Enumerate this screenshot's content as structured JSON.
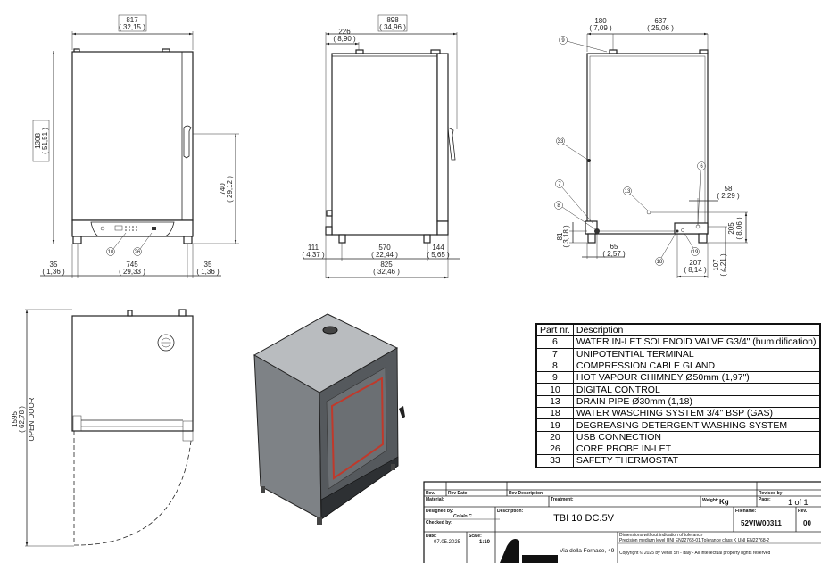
{
  "front_view": {
    "width": {
      "mm": "817",
      "in": "( 32,15 )"
    },
    "height": {
      "mm": "1308",
      "in": "( 51,51 )"
    },
    "handle_height": {
      "mm": "740",
      "in": "( 29,12 )"
    },
    "left_offset": {
      "mm": "35",
      "in": "( 1,36 )"
    },
    "feet_span": {
      "mm": "745",
      "in": "( 29,33 )"
    },
    "right_offset": {
      "mm": "35",
      "in": "( 1,36 )"
    },
    "callouts": [
      "10",
      "26"
    ]
  },
  "side_view": {
    "depth": {
      "mm": "898",
      "in": "( 34,96 )"
    },
    "chimney_offset": {
      "mm": "226",
      "in": "( 8,90 )"
    },
    "rear_foot": {
      "mm": "111",
      "in": "( 4,37 )"
    },
    "feet_span": {
      "mm": "570",
      "in": "( 22,44 )"
    },
    "front_foot": {
      "mm": "144",
      "in": "( 5,65 )"
    },
    "base_depth": {
      "mm": "825",
      "in": "( 32,46 )"
    }
  },
  "rear_view": {
    "chimney_x": {
      "mm": "180",
      "in": "( 7,09 )"
    },
    "chimney_to_edge": {
      "mm": "637",
      "in": "( 25,06 )"
    },
    "inlet_x": {
      "mm": "58",
      "in": "( 2,29 )"
    },
    "drain_height": {
      "mm": "205",
      "in": "( 8,06 )"
    },
    "terminal_height": {
      "mm": "81",
      "in": "( 3,18 )"
    },
    "terminal_x": {
      "mm": "65",
      "in": "( 2,57 )"
    },
    "wash_x": {
      "mm": "207",
      "in": "( 8,14 )"
    },
    "wash_height": {
      "mm": "107",
      "in": "( 4,21 )"
    },
    "callouts": [
      "9",
      "33",
      "7",
      "8",
      "13",
      "6",
      "18",
      "19"
    ]
  },
  "top_view": {
    "open_door": {
      "mm": "1595",
      "in": "( 62,78 )",
      "label": "OPEN DOOR"
    }
  },
  "parts_table": {
    "headers": [
      "Part nr.",
      "Description"
    ],
    "rows": [
      {
        "nr": "6",
        "desc": "WATER IN-LET SOLENOID VALVE G3/4\" (humidification)"
      },
      {
        "nr": "7",
        "desc": "UNIPOTENTIAL TERMINAL"
      },
      {
        "nr": "8",
        "desc": "COMPRESSION CABLE GLAND"
      },
      {
        "nr": "9",
        "desc": "HOT VAPOUR CHIMNEY Ø50mm (1,97\")"
      },
      {
        "nr": "10",
        "desc": "DIGITAL CONTROL"
      },
      {
        "nr": "13",
        "desc": "DRAIN PIPE Ø30mm (1,18)"
      },
      {
        "nr": "18",
        "desc": "WATER WASCHING SYSTEM 3/4\" BSP (GAS)"
      },
      {
        "nr": "19",
        "desc": "DEGREASING DETERGENT WASHING SYSTEM"
      },
      {
        "nr": "20",
        "desc": "USB CONNECTION"
      },
      {
        "nr": "26",
        "desc": "CORE PROBE IN-LET"
      },
      {
        "nr": "33",
        "desc": "SAFETY THERMOSTAT"
      }
    ]
  },
  "title_block": {
    "rev_label": "Rev.",
    "rev_date_label": "Rev Date",
    "rev_desc_label": "Rev Description",
    "revised_by_label": "Revised by",
    "material_label": "Material:",
    "treatment_label": "Treatment:",
    "weight_label": "Weight:",
    "weight_unit": "Kg",
    "page_label": "Page:",
    "page_value": "1 of 1",
    "designed_by_label": "Designed by:",
    "designed_by": "Cofalo C",
    "checked_by_label": "Checked by:",
    "description_label": "Description:",
    "description": "TBI 10 DC.5V",
    "filename_label": "Filename:",
    "filename": "52VIW00311",
    "rev_no_label": "Rev.",
    "rev_no": "00",
    "date_label": "Date:",
    "date": "07.05.2025",
    "scale_label": "Scale:",
    "scale": "1:10",
    "tolerance_line1": "Dimensions without indication of tolerance",
    "tolerance_line2": "Precision medium level UNI EN22768-01 Tolerance class K UNI EN22768-2",
    "address": "Via della Fornace, 49",
    "copyright": "Copyright © 2025 by Venix Srl - Italy - All intellectual property rights reserved"
  },
  "colors": {
    "line": "#222222",
    "door_red": "#c0392b",
    "steel": "#8a8d90"
  }
}
